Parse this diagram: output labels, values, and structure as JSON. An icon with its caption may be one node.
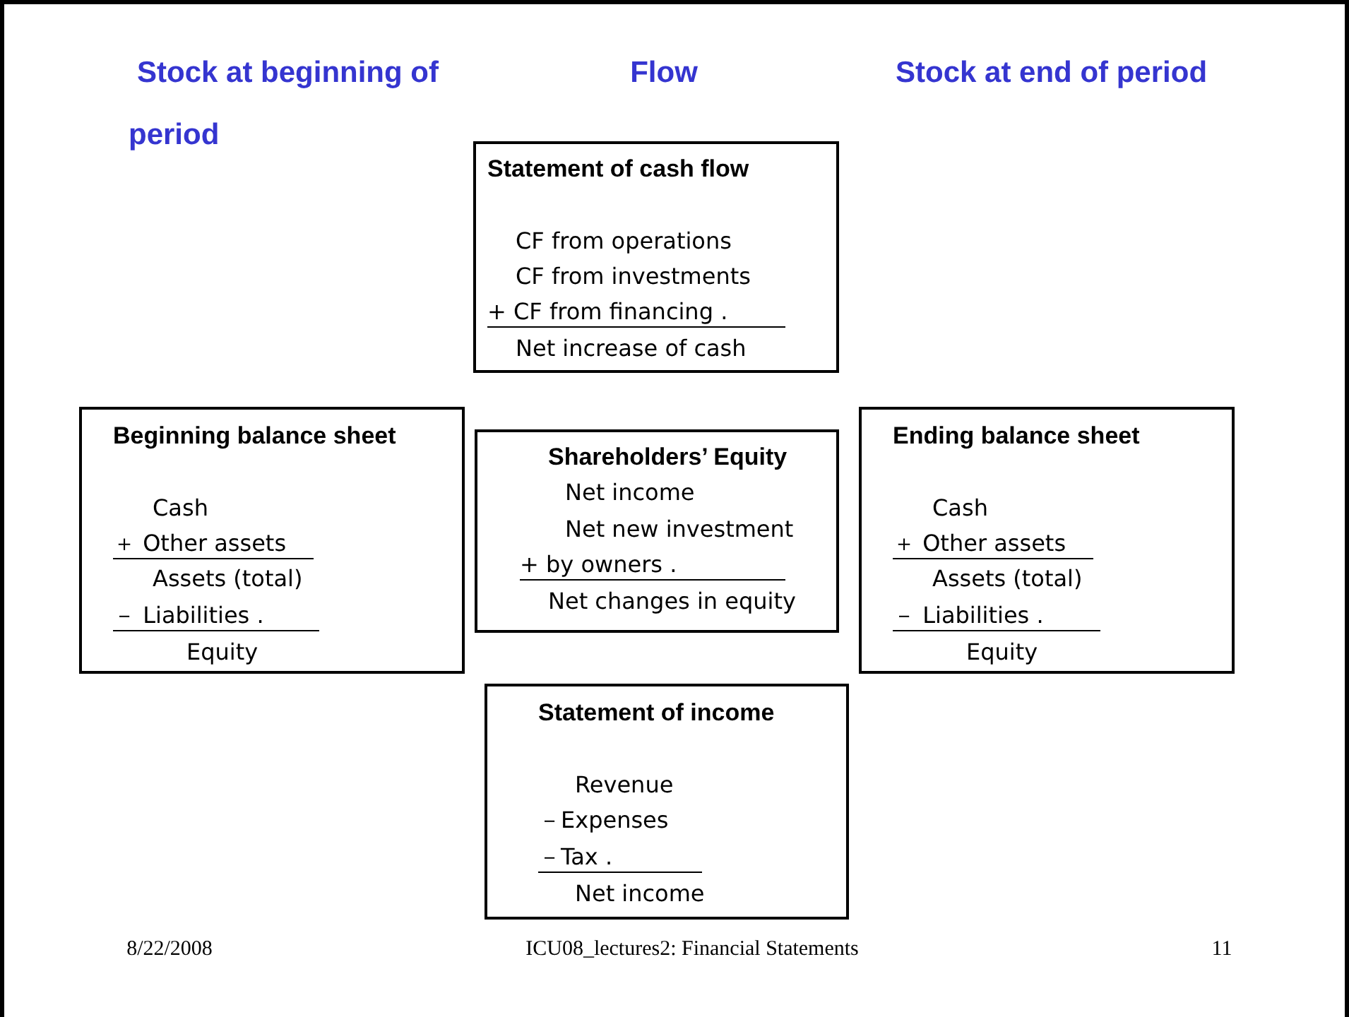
{
  "diagram": {
    "nodes": [
      {
        "text": [
          "Statement of cash flow",
          "CF from operations",
          "CF from investments",
          "+ CF from financing .",
          "Net increase of cash"
        ]
      },
      {
        "text": [
          "Beginning balance sheet",
          "Cash",
          "＋ Other assets",
          "Assets (total)",
          "－ Liabilities .",
          "Equity"
        ]
      },
      {
        "text": [
          "Shareholders’ Equity",
          "Net income",
          "Net new investment",
          "+ by owners .",
          "Net changes in equity"
        ]
      },
      {
        "text": [
          "Ending balance sheet",
          "Cash",
          "＋ Other assets",
          "Assets (total)",
          "－ Liabilities .",
          "Equity"
        ]
      },
      {
        "text": [
          "Statement of income",
          "Revenue",
          "－Expenses",
          "－Tax .",
          "Net income"
        ]
      }
    ],
    "labels": [
      "Stock at beginning of period",
      "Flow",
      "Stock at end of period",
      "8/22/2008",
      "ICU08_lectures2: Financial Statements",
      "11"
    ]
  }
}
